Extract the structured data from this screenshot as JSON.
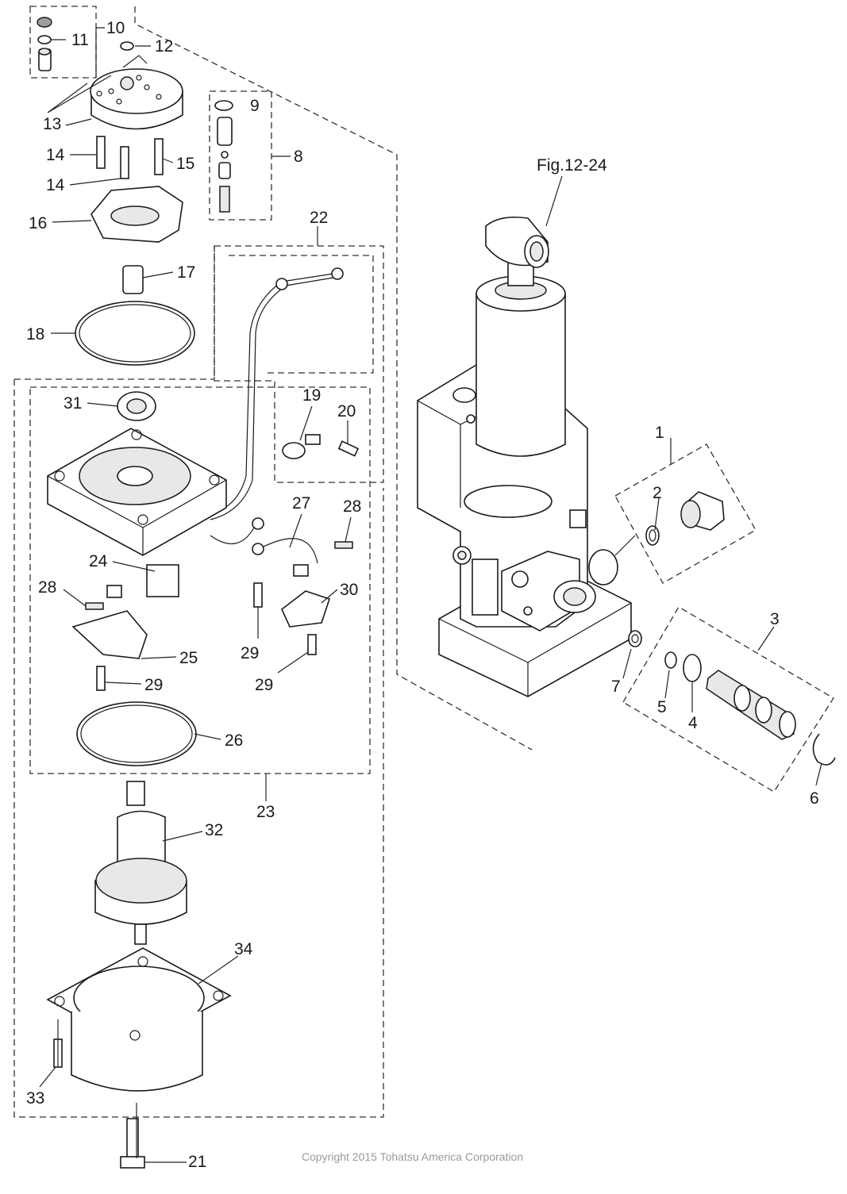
{
  "figure_ref": "Fig.12-24",
  "copyright": "Copyright 2015 Tohatsu America Corporation",
  "callouts": {
    "c1": "1",
    "c2": "2",
    "c3": "3",
    "c4": "4",
    "c5": "5",
    "c6": "6",
    "c7": "7",
    "c8": "8",
    "c9": "9",
    "c10": "10",
    "c11": "11",
    "c12": "12",
    "c13": "13",
    "c14a": "14",
    "c14b": "14",
    "c15": "15",
    "c16": "16",
    "c17": "17",
    "c18": "18",
    "c19": "19",
    "c20": "20",
    "c21": "21",
    "c22": "22",
    "c23": "23",
    "c24": "24",
    "c25": "25",
    "c26": "26",
    "c27": "27",
    "c28a": "28",
    "c28b": "28",
    "c29a": "29",
    "c29b": "29",
    "c29c": "29",
    "c30": "30",
    "c31": "31",
    "c32": "32",
    "c33": "33",
    "c34": "34"
  }
}
